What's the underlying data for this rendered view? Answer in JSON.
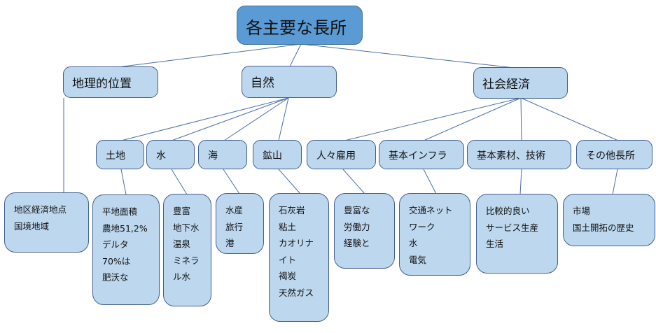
{
  "colors": {
    "root_fill": "#5b9bd5",
    "node_fill": "#bdd7ee",
    "border": "#41608f",
    "line": "#4a6fa8"
  },
  "root": {
    "label": "各主要な長所"
  },
  "categories": [
    {
      "id": "geo",
      "label": "地理的位置"
    },
    {
      "id": "nature",
      "label": "自然"
    },
    {
      "id": "socio",
      "label": "社会経済"
    }
  ],
  "subcategories": [
    {
      "id": "land",
      "parent": "nature",
      "label": "土地"
    },
    {
      "id": "water",
      "parent": "nature",
      "label": "水"
    },
    {
      "id": "sea",
      "parent": "nature",
      "label": "海"
    },
    {
      "id": "mine",
      "parent": "nature",
      "label": "鉱山"
    },
    {
      "id": "labor",
      "parent": "socio",
      "label": "人々雇用"
    },
    {
      "id": "infra",
      "parent": "socio",
      "label": "基本インフラ"
    },
    {
      "id": "material",
      "parent": "socio",
      "label": "基本素材、技術"
    },
    {
      "id": "other",
      "parent": "socio",
      "label": "その他長所"
    }
  ],
  "details": [
    {
      "parent": "geo",
      "lines": [
        "地区経済地点",
        "国境地域"
      ]
    },
    {
      "parent": "land",
      "lines": [
        "平地面積",
        "農地51,2%",
        "デルタ",
        "70%は",
        "肥沃な"
      ]
    },
    {
      "parent": "water",
      "lines": [
        "豊富",
        "地下水",
        "温泉",
        "ミネラ",
        "ル水"
      ]
    },
    {
      "parent": "sea",
      "lines": [
        "水産",
        "旅行",
        "港"
      ]
    },
    {
      "parent": "mine",
      "lines": [
        "石灰岩",
        "粘土",
        "カオリナ",
        "イト",
        "褐炭",
        "天然ガス"
      ]
    },
    {
      "parent": "labor",
      "lines": [
        "豊富な",
        "労働力",
        "経験と"
      ]
    },
    {
      "parent": "infra",
      "lines": [
        "交通ネット",
        "ワーク",
        "水",
        "電気"
      ]
    },
    {
      "parent": "material",
      "lines": [
        "比較的良い",
        "サービス生産",
        "生活"
      ]
    },
    {
      "parent": "other",
      "lines": [
        "市場",
        "国土開拓の歴史"
      ]
    }
  ]
}
